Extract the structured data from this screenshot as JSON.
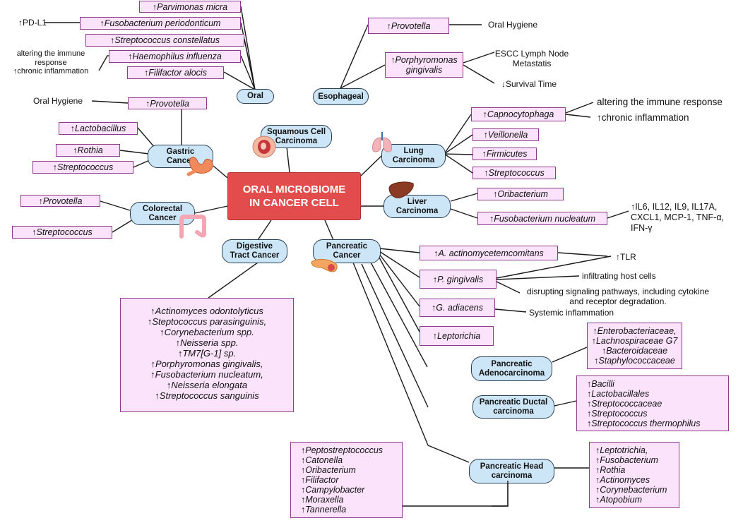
{
  "center": "ORAL  MICROBIOME\nIN CANCER CELL",
  "categories": {
    "oral": "Oral",
    "esophageal": "Esophageal",
    "squamous": "Squamous Cell\nCarcinoma",
    "gastric": "Gastric\nCancer",
    "colorectal": "Colorectal\nCancer",
    "digestive": "Digestive\nTract Cancer",
    "lung": "Lung\nCarcinoma",
    "liver": "Liver\nCarcinoma",
    "pancreatic": "Pancreatic\nCancer",
    "pancreatic_adeno": "Pancreatic\nAdenocarcinoma",
    "pancreatic_ductal": "Pancreatic Ductal\ncarcinoma",
    "pancreatic_head": "Pancreatic Head\ncarcinoma"
  },
  "oral_microbes": [
    "↑Parvimonas micra",
    "↑Fusobacterium periodonticum",
    "↑Streptococcus constellatus",
    "↑Haemophilus influenza",
    "↑Filifactor alocis"
  ],
  "oral_notes": {
    "pdl1": "↑PD-L1",
    "immune": "altering the immune\nresponse\n↑chronic inflammation"
  },
  "esophageal_microbes": [
    "↑Provotella",
    "↑Porphyromonas\ngingivalis"
  ],
  "esophageal_notes": {
    "hygiene": "Oral Hygiene",
    "metastasis": "ESCC Lymph Node\nMetastatis",
    "survival": "↓Survival Time"
  },
  "gastric_microbes": [
    "↑Provotella",
    "↑Lactobacillus",
    "↑Rothia",
    "↑Streptococcus"
  ],
  "gastric_notes": {
    "hygiene": "Oral Hygiene"
  },
  "colorectal_microbes": [
    "↑Provotella",
    "↑Streptococcus"
  ],
  "lung_microbes": [
    "↑Capnocytophaga",
    "↑Veillonella",
    "↑Firmicutes",
    "↑Streptococcus"
  ],
  "lung_notes": {
    "immune": "altering the immune response\n↑chronic inflammation"
  },
  "liver_microbes": [
    "↑Oribacterium",
    "↑Fusobacterium nucleatum"
  ],
  "liver_notes": {
    "cytokines": "↑IL6,  IL12,  IL9,  IL17A,\nCXCL1,   MCP-1,   TNF-α,\nIFN-γ"
  },
  "digestive_microbes": [
    "↑Actinomyces odontolyticus",
    "↑Steptococcus parasinguinis,",
    "↑Corynebacterium spp.",
    "↑Neisseria spp.",
    "↑TM7[G-1] sp.",
    "↑Porphyromonas gingivalis,",
    "↑Fusobacterium nucleatum,",
    "↑Neisseria elongata",
    "↑Streptococcus sanguinis"
  ],
  "pancreatic_microbes": [
    "↑A. actinomycetemcomitans",
    "↑P. gingivalis",
    "↑G. adiacens",
    "↑Leptorichia"
  ],
  "pancreatic_notes": {
    "tlr": "↑TLR",
    "infiltrating": "infiltrating host cells",
    "disrupting": "disrupting signaling pathways, including cytokine\nand receptor degradation.",
    "systemic": "Systemic inflammation"
  },
  "adeno_microbes": [
    "↑Enterobacteriaceae,",
    "↑Lachnospiraceae G7",
    "↑Bacteroidaceae",
    "↑Staphylococcaceae"
  ],
  "ductal_microbes": [
    "↑Bacilli",
    "↑Lactobacillales",
    "↑Streptococcaceae",
    "↑Streptococcus",
    "↑Streptococcus thermophilus"
  ],
  "head_microbes_right": [
    "↑Leptotrichia,",
    "↑Fusobacterium",
    "↑Rothia",
    "↑Actinomyces",
    "↑Corynebacterium",
    "↑Atopobium"
  ],
  "head_microbes_left": [
    "↑Peptostreptococcus",
    "↑Catonella",
    "↑Oribacterium",
    "↑Filifactor",
    "↑Campylobacter",
    "↑Moraxella",
    "↑Tannerella"
  ]
}
